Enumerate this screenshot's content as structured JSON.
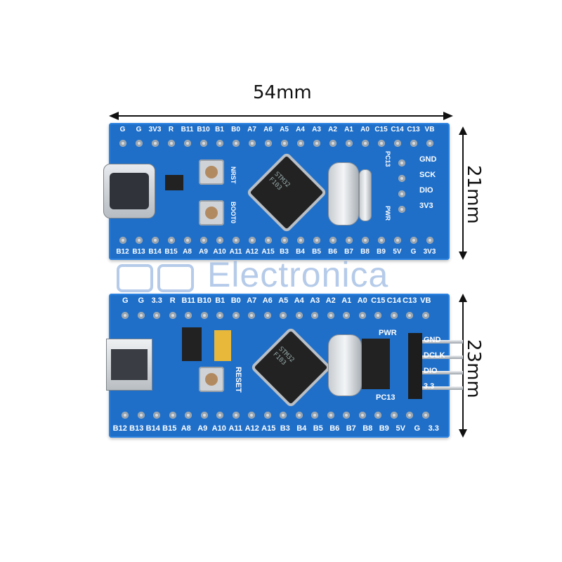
{
  "dimensions": {
    "width": "54mm",
    "height_top": "21mm",
    "height_bottom": "23mm"
  },
  "watermark": "Electronica",
  "top_board": {
    "top_pins": [
      "G",
      "G",
      "3V3",
      "R",
      "B11",
      "B10",
      "B1",
      "B0",
      "A7",
      "A6",
      "A5",
      "A4",
      "A3",
      "A2",
      "A1",
      "A0",
      "C15",
      "C14",
      "C13",
      "VB"
    ],
    "bottom_pins": [
      "B12",
      "B13",
      "B14",
      "B15",
      "A8",
      "A9",
      "A10",
      "A11",
      "A12",
      "A15",
      "B3",
      "B4",
      "B5",
      "B6",
      "B7",
      "B8",
      "B9",
      "5V",
      "G",
      "3V3"
    ],
    "side_labels": [
      "GND",
      "SCK",
      "DIO",
      "3V3"
    ],
    "button_labels": [
      "NRST",
      "BOOT0"
    ],
    "small_labels": [
      "PC13",
      "PWR"
    ]
  },
  "bottom_board": {
    "top_pins": [
      "G",
      "G",
      "3.3",
      "R",
      "B11",
      "B10",
      "B1",
      "B0",
      "A7",
      "A6",
      "A5",
      "A4",
      "A3",
      "A2",
      "A1",
      "A0",
      "C15",
      "C14",
      "C13",
      "VB"
    ],
    "bottom_pins": [
      "B12",
      "B13",
      "B14",
      "B15",
      "A8",
      "A9",
      "A10",
      "A11",
      "A12",
      "A15",
      "B3",
      "B4",
      "B5",
      "B6",
      "B7",
      "B8",
      "B9",
      "5V",
      "G",
      "3.3"
    ],
    "side_labels": [
      "GND",
      "DCLK",
      "DIO",
      "3.3"
    ],
    "button_labels": [
      "RESET"
    ],
    "small_labels": [
      "PWR",
      "PC13"
    ]
  },
  "colors": {
    "pcb": "#1f6fc9",
    "text": "#111111"
  }
}
